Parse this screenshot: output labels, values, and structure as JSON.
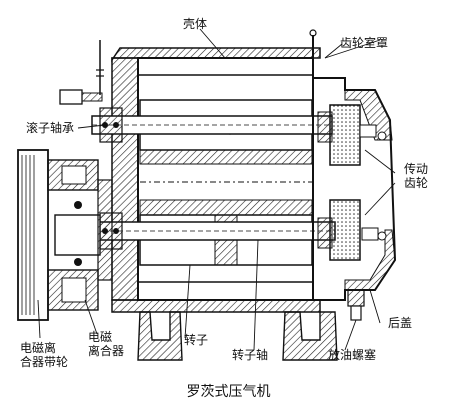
{
  "diagram": {
    "caption": "罗茨式压气机",
    "labels": {
      "housing": "壳体",
      "gear_cover": "齿轮室罩",
      "roller_bearing": "滚子轴承",
      "drive_gear_line1": "传动",
      "drive_gear_line2": "齿轮",
      "rear_cover": "后盖",
      "clutch_pulley_line1": "电磁离",
      "clutch_pulley_line2": "合器带轮",
      "clutch_line1": "电磁",
      "clutch_line2": "离合器",
      "rotor": "转子",
      "rotor_shaft": "转子轴",
      "drain_plug": "放油螺塞"
    }
  }
}
